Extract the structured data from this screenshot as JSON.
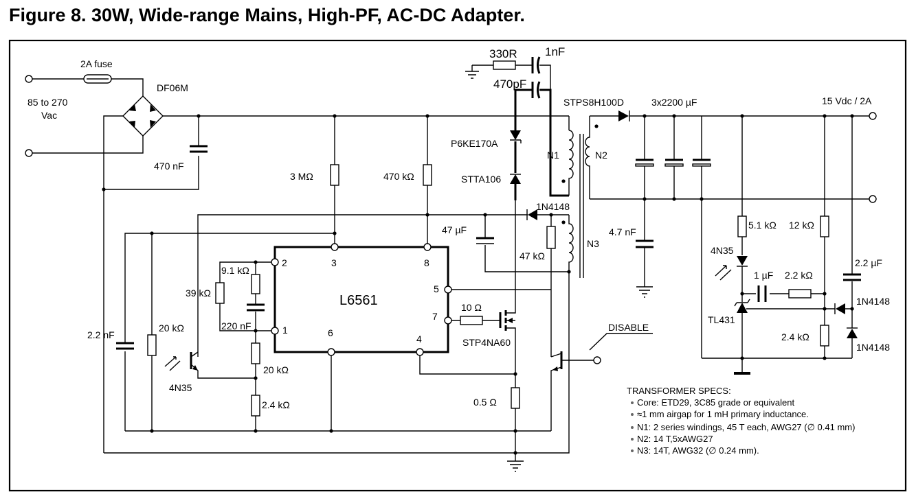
{
  "title": "Figure 8. 30W, Wide-range Mains, High-PF, AC-DC Adapter.",
  "input": {
    "fuse": "2A fuse",
    "range": [
      "85 to 270",
      "Vac"
    ],
    "bridge": "DF06M",
    "cap": "470 nF"
  },
  "snubber": {
    "res": "330R",
    "cap1": "1nF",
    "cap2": "470pF",
    "tvs": "P6KE170A",
    "diode": "STTA106"
  },
  "ic": {
    "name": "L6561",
    "pins": [
      "1",
      "2",
      "3",
      "4",
      "5",
      "6",
      "7",
      "8"
    ]
  },
  "primary": {
    "r_start": "3 MΩ",
    "r_mult": "470 kΩ",
    "r_91k": "9.1 kΩ",
    "r_39k": "39 kΩ",
    "c_220n": "220 nF",
    "r_20k_a": "20 kΩ",
    "r_20k_b": "20 kΩ",
    "r_24k": "2.4 kΩ",
    "c_22n": "2.2 nF",
    "opto": "4N35",
    "c_47u": "47 µF",
    "r_47k": "47 kΩ",
    "d_aux": "1N4148",
    "r_gate": "10 Ω",
    "mosfet": "STP4NA60",
    "r_sense": "0.5 Ω",
    "disable": "DISABLE"
  },
  "transformer": {
    "n1": "N1",
    "n2": "N2",
    "n3": "N3"
  },
  "secondary": {
    "diode": "STPS8H100D",
    "caps": "3x2200 µF",
    "output": "15 Vdc / 2A",
    "c_47n": "4.7 nF",
    "r_51k": "5.1 kΩ",
    "r_12k": "12 kΩ",
    "c_1u": "1 µF",
    "r_22k": "2.2 kΩ",
    "c_22u": "2.2 µF",
    "d1": "1N4148",
    "d2": "1N4148",
    "r_24k": "2.4 kΩ",
    "opto": "4N35",
    "ref": "TL431"
  },
  "specs": {
    "heading": "TRANSFORMER SPECS:",
    "items": [
      "Core: ETD29, 3C85 grade or equivalent",
      "≈1 mm airgap for 1 mH primary inductance.",
      "N1: 2 series windings, 45 T each, AWG27 (∅ 0.41 mm)",
      "N2: 14 T,5xAWG27",
      "N3: 14T, AWG32 (∅ 0.24 mm)."
    ]
  }
}
